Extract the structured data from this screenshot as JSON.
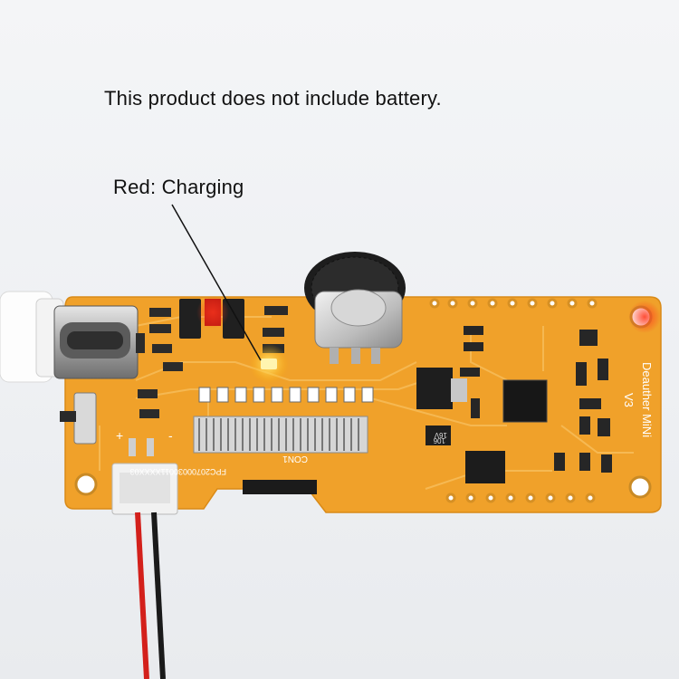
{
  "notice": "This product does not include battery.",
  "callout_label": "Red: Charging",
  "board": {
    "silk_name": "Deauther MiNi",
    "silk_version": "V3",
    "silk_connector": "CON1",
    "silk_fpc": "FPC20700030011XXXX03",
    "cap_value": "16V",
    "cap_code": "106",
    "silk_plus": "+",
    "silk_minus": "-"
  },
  "colors": {
    "pcb": "#f0a12a",
    "pcb_trace": "#f6b649",
    "led_red": "#ff2a14",
    "led_orange": "#ffcf3a",
    "white_cable": "#fbfbfb",
    "wire_red": "#d3201b",
    "wire_black": "#1a1a1a"
  }
}
